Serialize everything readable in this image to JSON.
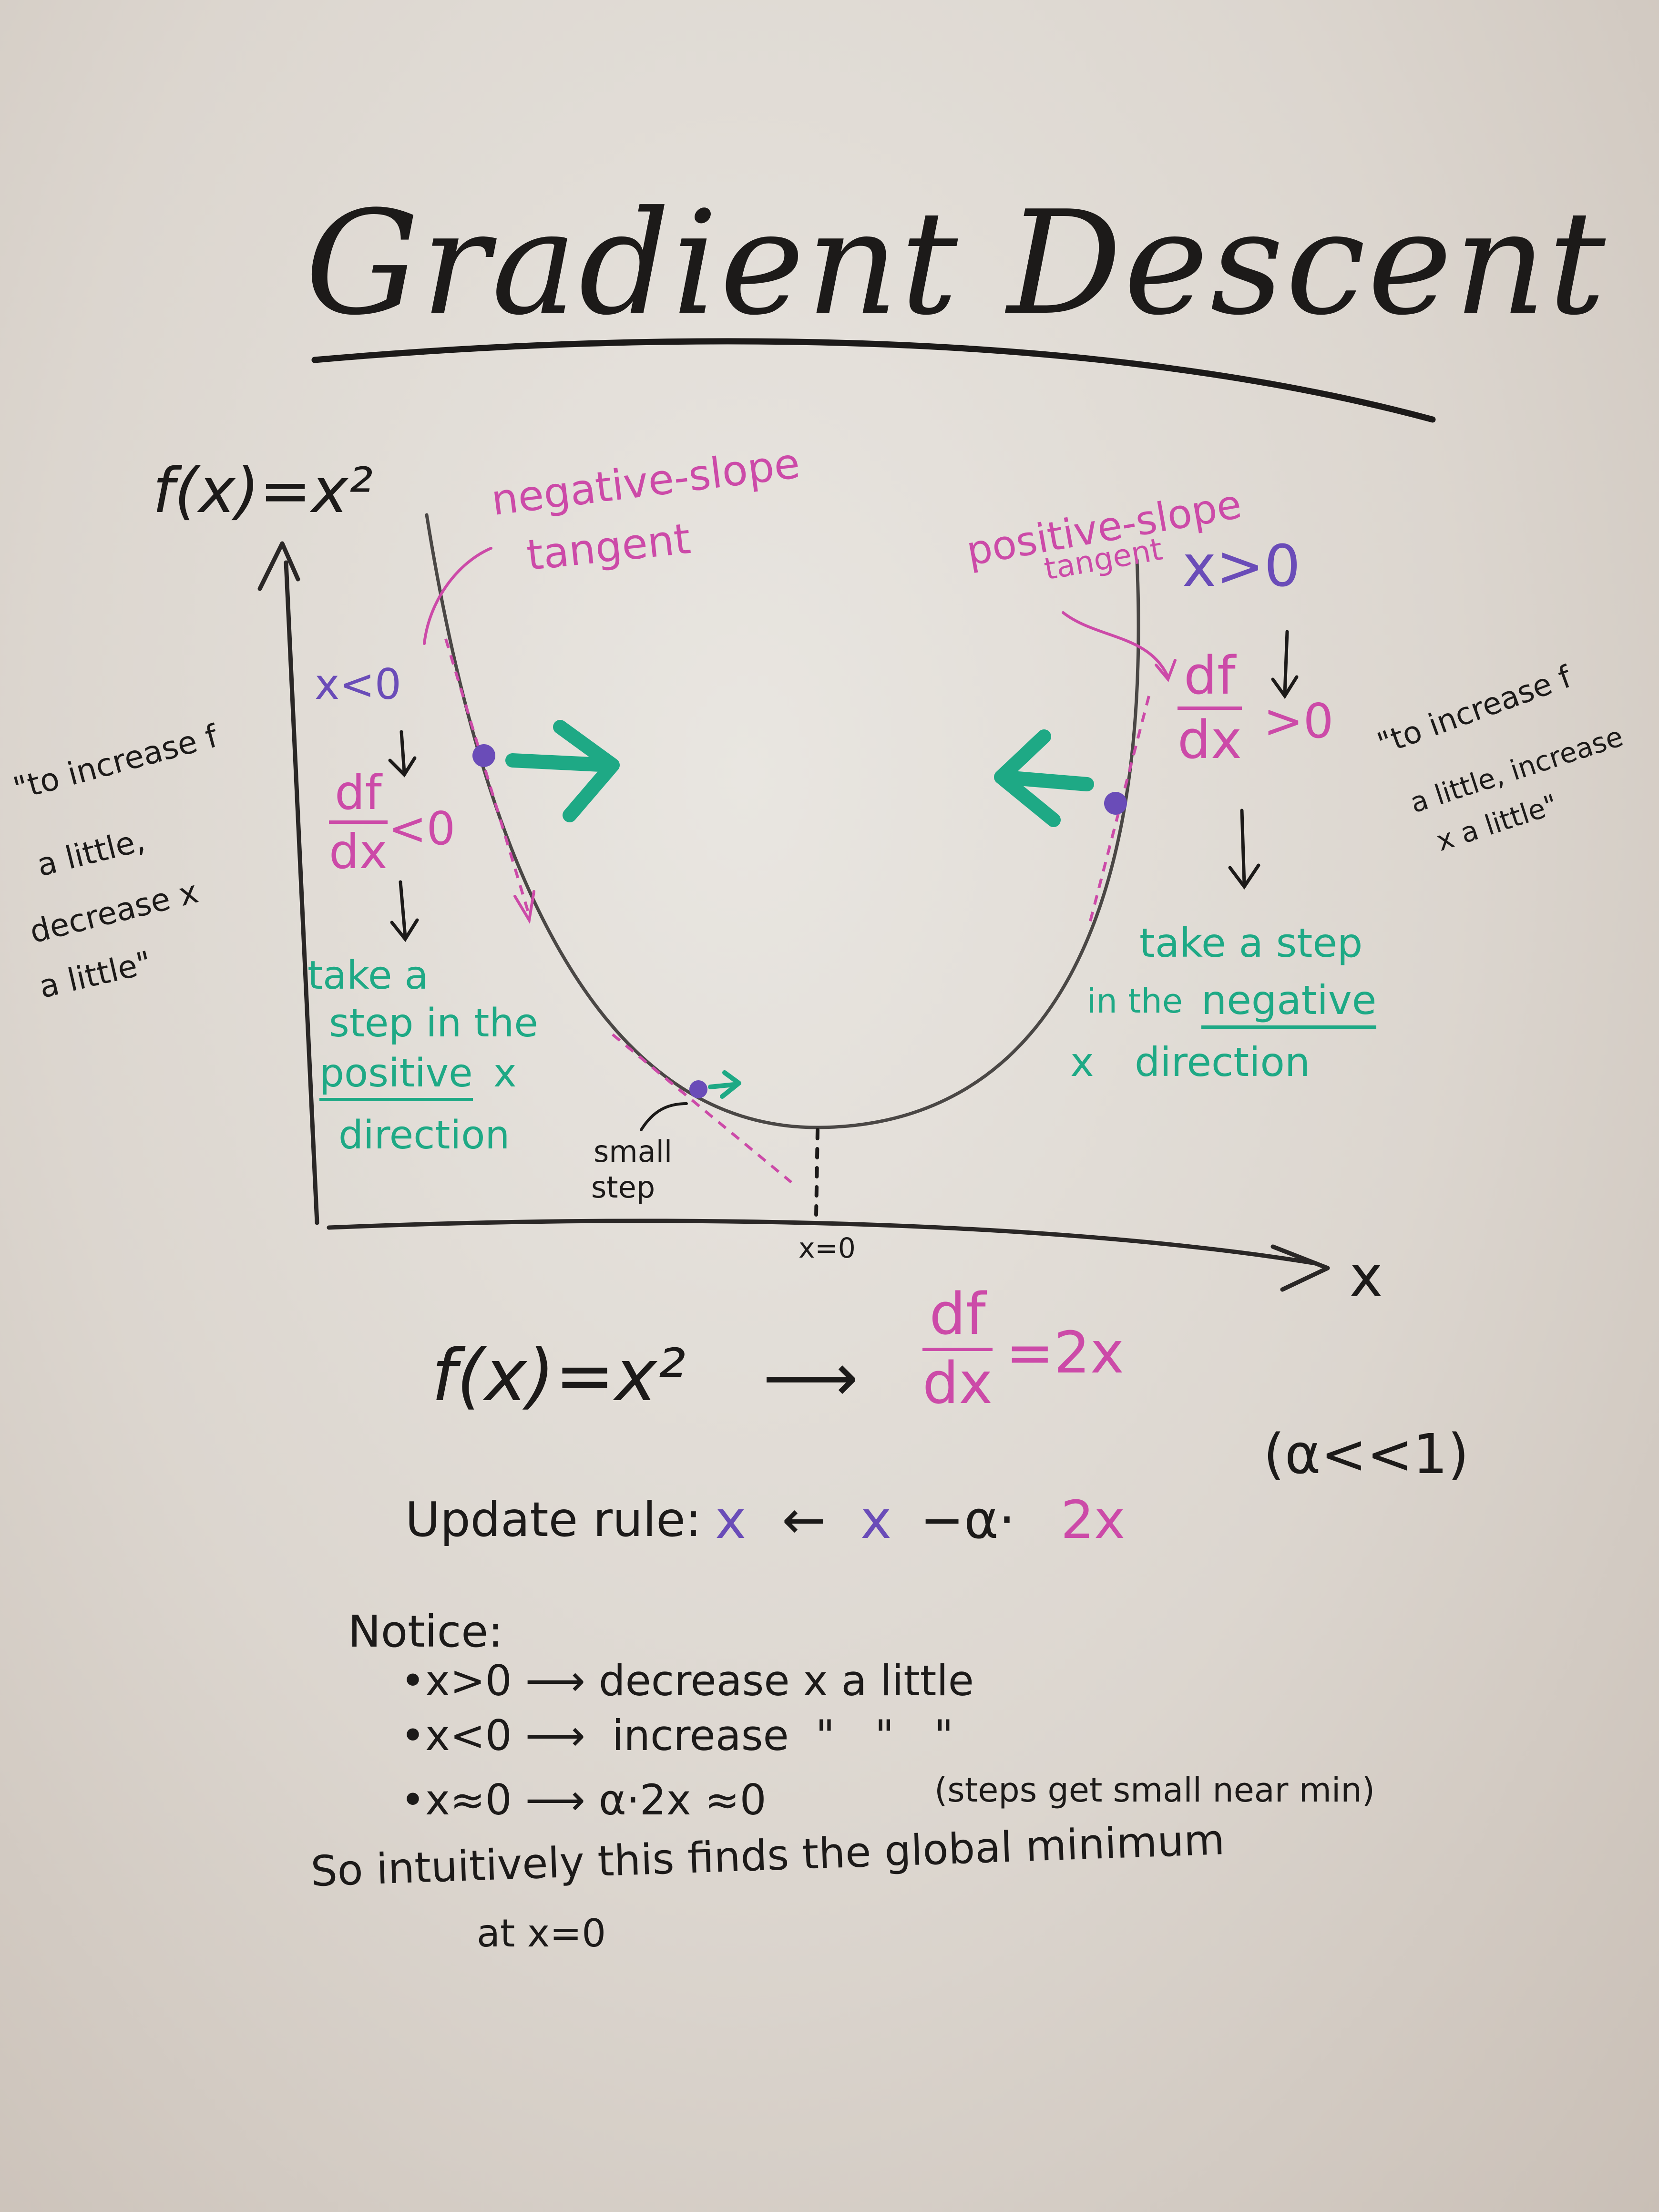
{
  "title": "Gradient Descent",
  "graph": {
    "y_axis_label": "f(x)=x²",
    "x_axis_label": "x",
    "min_label": "x=0",
    "small_step": [
      "small",
      "step"
    ]
  },
  "left": {
    "tangent_label": [
      "negative-slope",
      "tangent"
    ],
    "cond": "x<0",
    "df_num": "df",
    "df_den": "dx",
    "df_rel": "<0",
    "step": [
      "take a",
      "step in the",
      "positive",
      "x",
      "direction"
    ],
    "quote": [
      "\"to increase f",
      "a little,",
      "decrease x",
      "a little\""
    ]
  },
  "right": {
    "tangent_label": [
      "positive-slope",
      "tangent"
    ],
    "cond": "x>0",
    "df_num": "df",
    "df_den": "dx",
    "df_rel": ">0",
    "step": [
      "take a step",
      "in the",
      "negative",
      "x",
      "direction"
    ],
    "quote": [
      "\"to increase f",
      "a little, increase",
      "x a little\""
    ]
  },
  "equation": {
    "lhs": "f(x)=x²",
    "arrow": "⟶",
    "d_num": "df",
    "d_den": "dx",
    "rhs": "=2x",
    "alpha_note": "(α<<1)"
  },
  "update": {
    "label": "Update rule:",
    "x1": "x",
    "arrow": "←",
    "x2": "x",
    "minus_alpha": "−α·",
    "grad": "2x"
  },
  "notice": {
    "heading": "Notice:",
    "b1": "•x>0 ⟶ decrease x a little",
    "b2": "•x<0 ⟶  increase  \"   \"   \"",
    "b3": "•x≈0 ⟶ α·2x ≈0",
    "b3_note": "(steps get small near min)",
    "so1": "So intuitively this finds the global minimum",
    "so2": "at x=0"
  },
  "colors": {
    "black": "#1c1a19",
    "pink": "#cc4aa8",
    "purple": "#6a4cb8",
    "green": "#1ea985"
  }
}
